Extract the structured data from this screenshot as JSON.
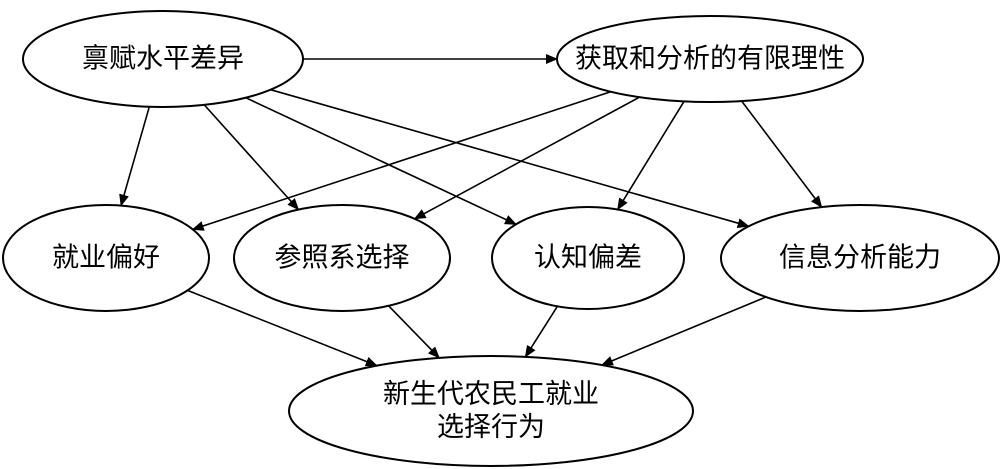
{
  "nodes": [
    {
      "id": "n1",
      "lines": [
        "禀赋水平差异"
      ]
    },
    {
      "id": "n2",
      "lines": [
        "获取和分析的有限理性"
      ]
    },
    {
      "id": "n3",
      "lines": [
        "就业偏好"
      ]
    },
    {
      "id": "n4",
      "lines": [
        "参照系选择"
      ]
    },
    {
      "id": "n5",
      "lines": [
        "认知偏差"
      ]
    },
    {
      "id": "n6",
      "lines": [
        "信息分析能力"
      ]
    },
    {
      "id": "n7",
      "lines": [
        "新生代农民工就业",
        "选择行为"
      ]
    }
  ],
  "edges": [
    {
      "from": "n1",
      "to": "n2"
    },
    {
      "from": "n1",
      "to": "n3"
    },
    {
      "from": "n1",
      "to": "n4"
    },
    {
      "from": "n1",
      "to": "n5"
    },
    {
      "from": "n1",
      "to": "n6"
    },
    {
      "from": "n2",
      "to": "n3"
    },
    {
      "from": "n2",
      "to": "n4"
    },
    {
      "from": "n2",
      "to": "n5"
    },
    {
      "from": "n2",
      "to": "n6"
    },
    {
      "from": "n3",
      "to": "n7"
    },
    {
      "from": "n4",
      "to": "n7"
    },
    {
      "from": "n5",
      "to": "n7"
    },
    {
      "from": "n6",
      "to": "n7"
    }
  ]
}
